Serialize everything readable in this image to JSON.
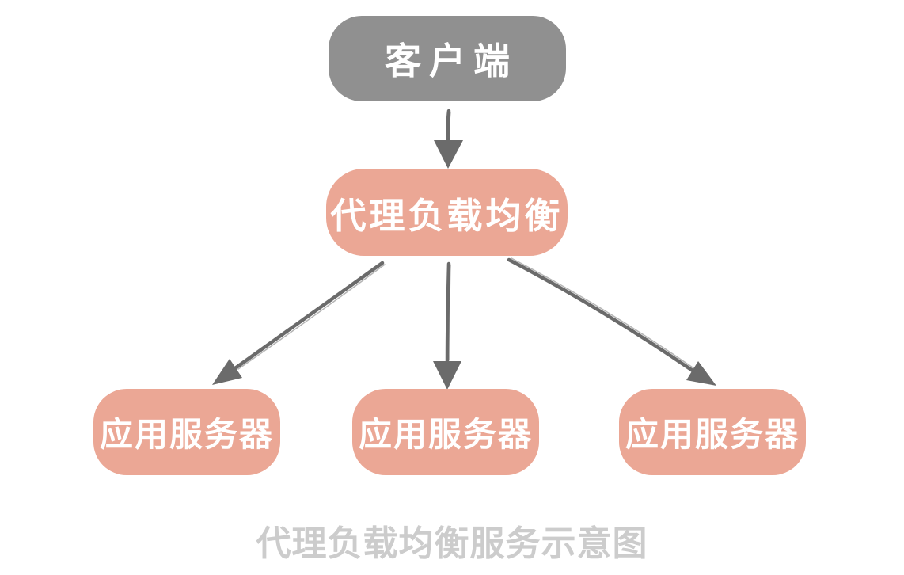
{
  "diagram": {
    "caption": "代理负载均衡服务示意图",
    "nodes": {
      "client": {
        "label": "客户端"
      },
      "load_balancer": {
        "label": "代理负载均衡"
      },
      "servers": [
        {
          "label": "应用服务器"
        },
        {
          "label": "应用服务器"
        },
        {
          "label": "应用服务器"
        }
      ]
    },
    "edges": [
      {
        "from": "client",
        "to": "load_balancer"
      },
      {
        "from": "load_balancer",
        "to": "server-1"
      },
      {
        "from": "load_balancer",
        "to": "server-2"
      },
      {
        "from": "load_balancer",
        "to": "server-3"
      }
    ],
    "colors": {
      "client_box": "#909090",
      "load_balancer_box": "#eba795",
      "server_box": "#eba795",
      "box_text": "#ffffff",
      "arrow": "#6b6b6b",
      "caption_text": "#cccccc",
      "background": "#ffffff"
    }
  }
}
